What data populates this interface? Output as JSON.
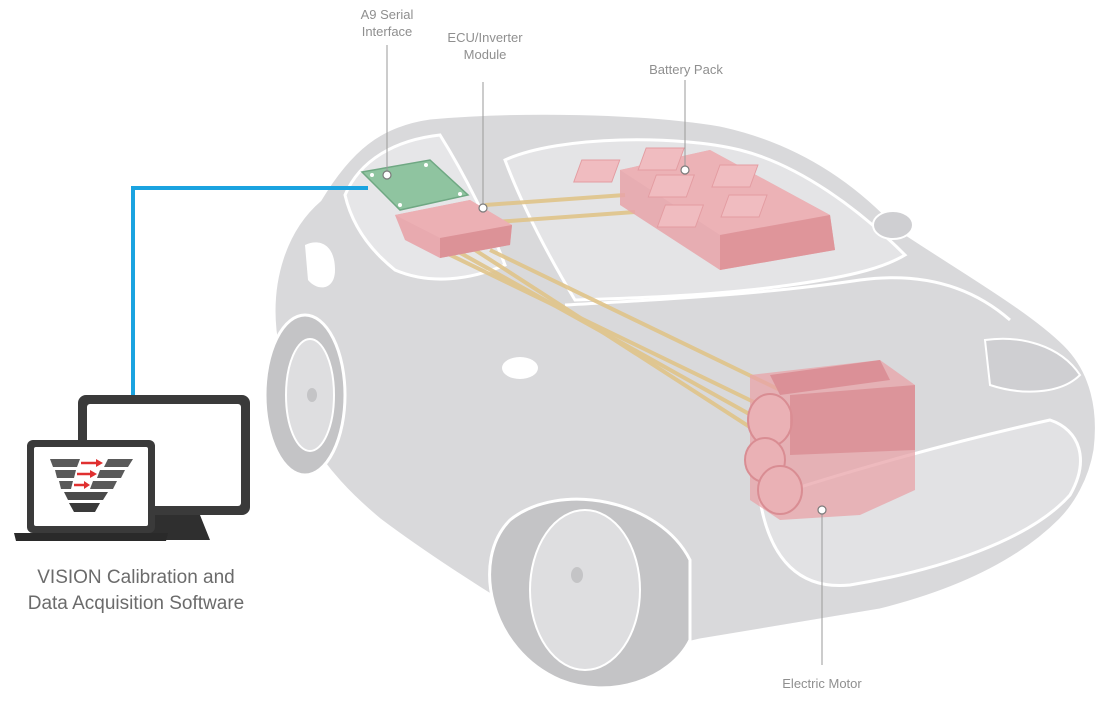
{
  "labels": {
    "a9_serial": [
      "A9 Serial",
      "Interface"
    ],
    "ecu_inverter": [
      "ECU/Inverter",
      "Module"
    ],
    "battery_pack": "Battery Pack",
    "electric_motor": "Electric Motor"
  },
  "software_caption": [
    "VISION Calibration and",
    "Data Acquisition Software"
  ],
  "colors": {
    "car_body": "#d9d9db",
    "car_outline": "#ffffff",
    "component_pink": "#e8a3a8",
    "cable_blue": "#1aa3e0",
    "wiring_gold": "#e0c48a",
    "pcb_green": "#8fc4a0",
    "monitor_frame": "#3a3a3a",
    "logo_red": "#e03030"
  },
  "icons": [
    "laptop-icon",
    "monitor-icon",
    "vision-logo-icon"
  ]
}
